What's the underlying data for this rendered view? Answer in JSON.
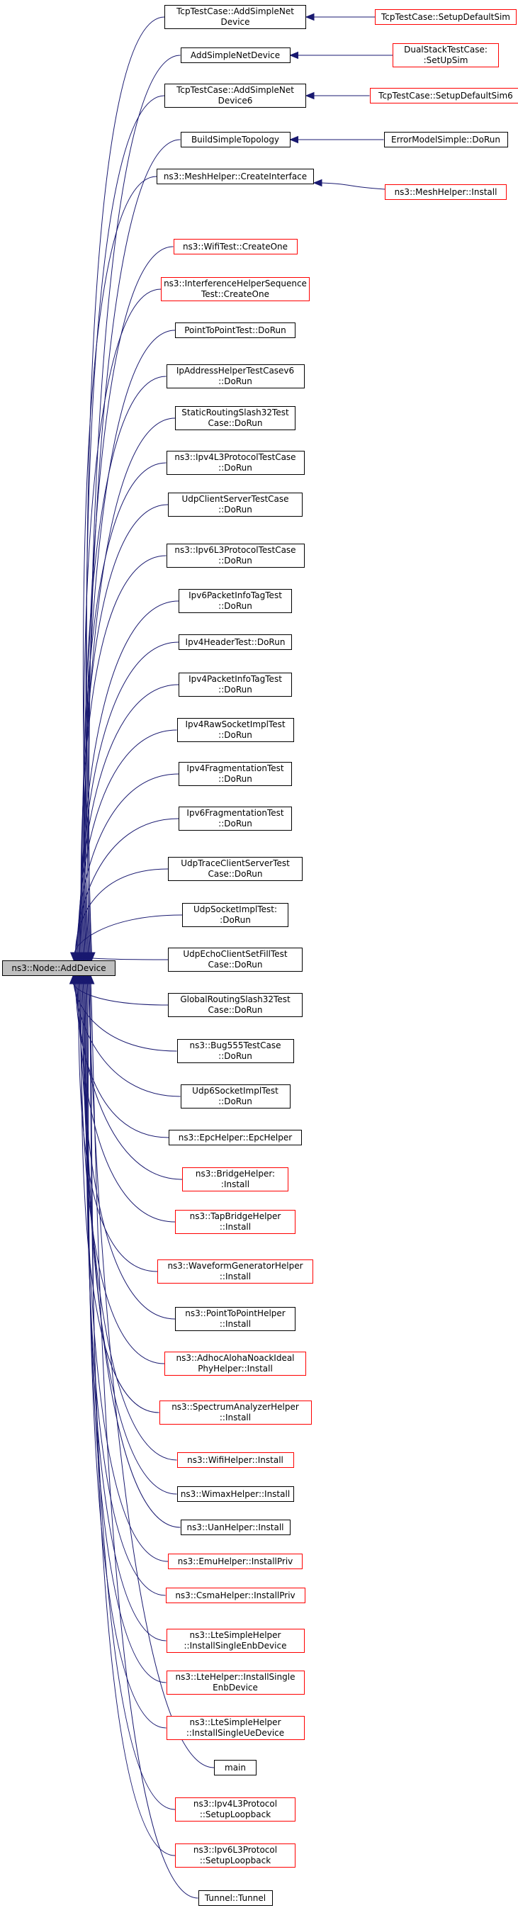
{
  "graph": {
    "colors": {
      "edge": "#191970",
      "red_border": "#ff0000",
      "black_border": "#000000",
      "root_fill": "#bfbfbf"
    },
    "root": "ns3::Node::AddDevice",
    "callers": [
      {
        "label": "TcpTestCase::AddSimpleNet\nDevice",
        "red": false
      },
      {
        "label": "AddSimpleNetDevice",
        "red": false
      },
      {
        "label": "TcpTestCase::AddSimpleNet\nDevice6",
        "red": false
      },
      {
        "label": "BuildSimpleTopology",
        "red": false
      },
      {
        "label": "ns3::MeshHelper::CreateInterface",
        "red": false
      },
      {
        "label": "ns3::WifiTest::CreateOne",
        "red": true
      },
      {
        "label": "ns3::InterferenceHelperSequence\nTest::CreateOne",
        "red": true
      },
      {
        "label": "PointToPointTest::DoRun",
        "red": false
      },
      {
        "label": "IpAddressHelperTestCasev6\n::DoRun",
        "red": false
      },
      {
        "label": "StaticRoutingSlash32Test\nCase::DoRun",
        "red": false
      },
      {
        "label": "ns3::Ipv4L3ProtocolTestCase\n::DoRun",
        "red": false
      },
      {
        "label": "UdpClientServerTestCase\n::DoRun",
        "red": false
      },
      {
        "label": "ns3::Ipv6L3ProtocolTestCase\n::DoRun",
        "red": false
      },
      {
        "label": "Ipv6PacketInfoTagTest\n::DoRun",
        "red": false
      },
      {
        "label": "Ipv4HeaderTest::DoRun",
        "red": false
      },
      {
        "label": "Ipv4PacketInfoTagTest\n::DoRun",
        "red": false
      },
      {
        "label": "Ipv4RawSocketImplTest\n::DoRun",
        "red": false
      },
      {
        "label": "Ipv4FragmentationTest\n::DoRun",
        "red": false
      },
      {
        "label": "Ipv6FragmentationTest\n::DoRun",
        "red": false
      },
      {
        "label": "UdpTraceClientServerTest\nCase::DoRun",
        "red": false
      },
      {
        "label": "UdpSocketImplTest:\n:DoRun",
        "red": false
      },
      {
        "label": "UdpEchoClientSetFillTest\nCase::DoRun",
        "red": false
      },
      {
        "label": "GlobalRoutingSlash32Test\nCase::DoRun",
        "red": false
      },
      {
        "label": "ns3::Bug555TestCase\n::DoRun",
        "red": false
      },
      {
        "label": "Udp6SocketImplTest\n::DoRun",
        "red": false
      },
      {
        "label": "ns3::EpcHelper::EpcHelper",
        "red": false
      },
      {
        "label": "ns3::BridgeHelper:\n:Install",
        "red": true
      },
      {
        "label": "ns3::TapBridgeHelper\n::Install",
        "red": true
      },
      {
        "label": "ns3::WaveformGeneratorHelper\n::Install",
        "red": true
      },
      {
        "label": "ns3::PointToPointHelper\n::Install",
        "red": false
      },
      {
        "label": "ns3::AdhocAlohaNoackIdeal\nPhyHelper::Install",
        "red": true
      },
      {
        "label": "ns3::SpectrumAnalyzerHelper\n::Install",
        "red": true
      },
      {
        "label": "ns3::WifiHelper::Install",
        "red": true
      },
      {
        "label": "ns3::WimaxHelper::Install",
        "red": false
      },
      {
        "label": "ns3::UanHelper::Install",
        "red": false
      },
      {
        "label": "ns3::EmuHelper::InstallPriv",
        "red": true
      },
      {
        "label": "ns3::CsmaHelper::InstallPriv",
        "red": true
      },
      {
        "label": "ns3::LteSimpleHelper\n::InstallSingleEnbDevice",
        "red": true
      },
      {
        "label": "ns3::LteHelper::InstallSingle\nEnbDevice",
        "red": true
      },
      {
        "label": "ns3::LteSimpleHelper\n::InstallSingleUeDevice",
        "red": true
      },
      {
        "label": "main",
        "red": false
      },
      {
        "label": "ns3::Ipv4L3Protocol\n::SetupLoopback",
        "red": true
      },
      {
        "label": "ns3::Ipv6L3Protocol\n::SetupLoopback",
        "red": true
      },
      {
        "label": "Tunnel::Tunnel",
        "red": false
      }
    ],
    "second_level": [
      {
        "label": "TcpTestCase::SetupDefaultSim",
        "red": true,
        "calls": 0
      },
      {
        "label": "DualStackTestCase:\n:SetUpSim",
        "red": true,
        "calls": 1
      },
      {
        "label": "TcpTestCase::SetupDefaultSim6",
        "red": true,
        "calls": 2
      },
      {
        "label": "ErrorModelSimple::DoRun",
        "red": false,
        "calls": 3
      },
      {
        "label": "ns3::MeshHelper::Install",
        "red": true,
        "calls": 4
      }
    ]
  }
}
